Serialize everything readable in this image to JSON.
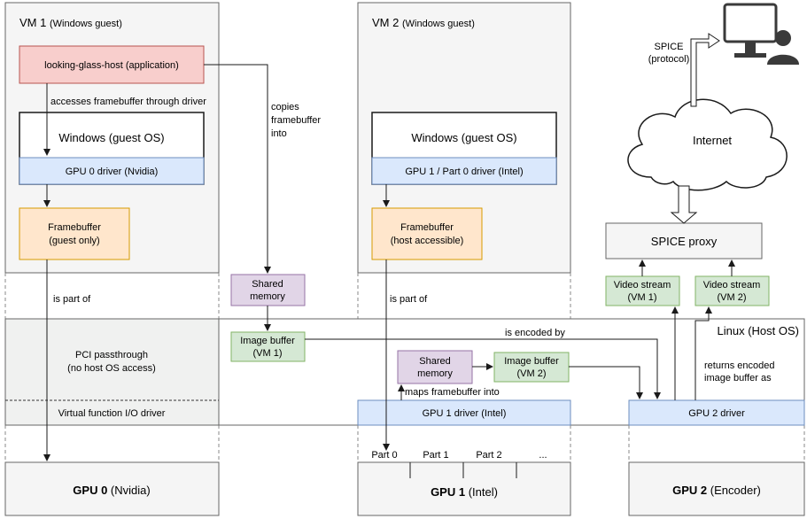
{
  "vm1": {
    "title": "VM 1",
    "subtitle": "(Windows guest)"
  },
  "vm2": {
    "title": "VM 2",
    "subtitle": "(Windows guest)"
  },
  "looking_glass_host": "looking-glass-host (application)",
  "accesses_label": "accesses framebuffer through driver",
  "copies_label": [
    "copies",
    "framebuffer",
    "into"
  ],
  "windows_guest_os": "Windows (guest OS)",
  "gpu0_driver": "GPU 0 driver (Nvidia)",
  "gpu1_part0_driver": "GPU 1 / Part 0 driver (Intel)",
  "framebuffer_guest": [
    "Framebuffer",
    "(guest only)"
  ],
  "framebuffer_host": [
    "Framebuffer",
    "(host accessible)"
  ],
  "is_part_of": "is part of",
  "shared_memory": [
    "Shared",
    "memory"
  ],
  "image_buffer_vm1": [
    "Image buffer",
    "(VM 1)"
  ],
  "image_buffer_vm2": [
    "Image buffer",
    "(VM 2)"
  ],
  "is_encoded_by": "is encoded by",
  "maps_framebuffer_into": "maps framebuffer into",
  "returns_encoded": [
    "returns encoded",
    "image buffer as"
  ],
  "pci_passthrough": [
    "PCI passthrough",
    "(no host OS access)"
  ],
  "vfio_driver": "Virtual function I/O driver",
  "linux_host": "Linux (Host OS)",
  "gpu1_driver": "GPU 1 driver (Intel)",
  "gpu2_driver": "GPU 2 driver",
  "spice_proxy": "SPICE proxy",
  "video_stream_vm1": [
    "Video stream",
    "(VM 1)"
  ],
  "video_stream_vm2": [
    "Video stream",
    "(VM 2)"
  ],
  "internet": "Internet",
  "spice_protocol": [
    "SPICE",
    "(protocol)"
  ],
  "gpu0": {
    "name": "GPU 0",
    "detail": "(Nvidia)"
  },
  "gpu1": {
    "name": "GPU 1",
    "detail": "(Intel)"
  },
  "gpu2": {
    "name": "GPU 2",
    "detail": "(Encoder)"
  },
  "parts": [
    "Part 0",
    "Part 1",
    "Part 2",
    "..."
  ],
  "colors": {
    "red_fill": "#f8cecc",
    "red_stroke": "#b85450",
    "orange_fill": "#ffe6cc",
    "orange_stroke": "#d79b00",
    "purple_fill": "#e1d5e7",
    "purple_stroke": "#9673a6",
    "green_fill": "#d5e8d4",
    "green_stroke": "#82b366",
    "blue_fill": "#dae8fc",
    "blue_stroke": "#6c8ebf",
    "gray_fill": "#f5f5f5",
    "gray_stroke": "#666666"
  },
  "icons": [
    "cloud-icon",
    "computer-user-icon"
  ]
}
